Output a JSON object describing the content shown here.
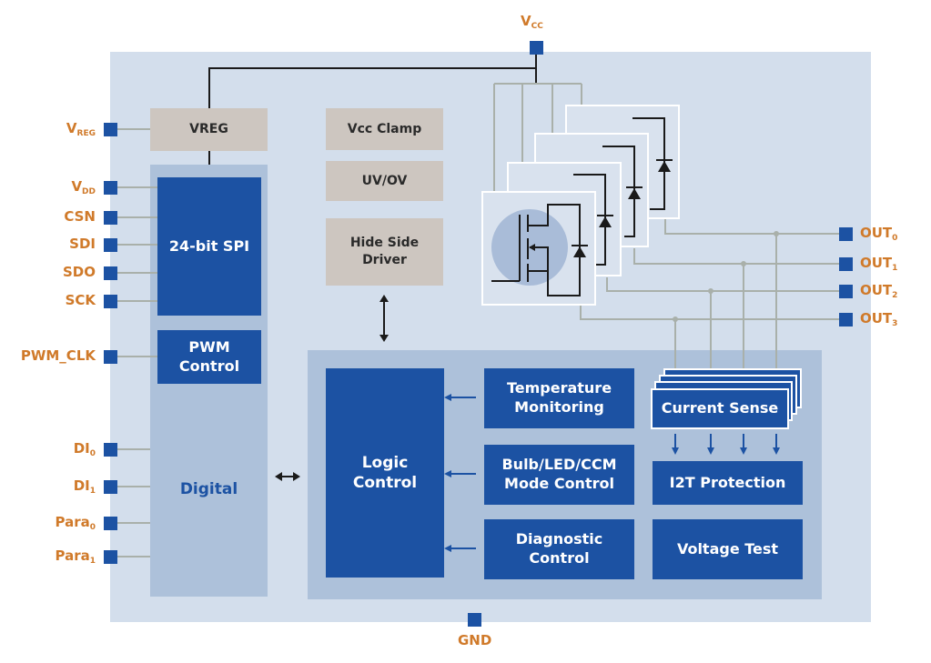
{
  "diagram": {
    "pins": {
      "vcc": {
        "main": "V",
        "sub": "CC"
      },
      "vreg": {
        "main": "V",
        "sub": "REG"
      },
      "vdd": {
        "main": "V",
        "sub": "DD"
      },
      "csn": {
        "main": "CSN",
        "sub": ""
      },
      "sdi": {
        "main": "SDI",
        "sub": ""
      },
      "sdo": {
        "main": "SDO",
        "sub": ""
      },
      "sck": {
        "main": "SCK",
        "sub": ""
      },
      "pwm_clk": {
        "main": "PWM_CLK",
        "sub": ""
      },
      "di0": {
        "main": "DI",
        "sub": "0"
      },
      "di1": {
        "main": "DI",
        "sub": "1"
      },
      "para0": {
        "main": "Para",
        "sub": "0"
      },
      "para1": {
        "main": "Para",
        "sub": "1"
      },
      "out0": {
        "main": "OUT",
        "sub": "0"
      },
      "out1": {
        "main": "OUT",
        "sub": "1"
      },
      "out2": {
        "main": "OUT",
        "sub": "2"
      },
      "out3": {
        "main": "OUT",
        "sub": "3"
      },
      "gnd": {
        "main": "GND",
        "sub": ""
      }
    },
    "blocks": {
      "vreg": "VREG",
      "vcc_clamp": "Vcc Clamp",
      "uv_ov": "UV/OV",
      "high_side_driver_1": "Hide Side",
      "high_side_driver_2": "Driver",
      "spi": "24-bit SPI",
      "pwm_1": "PWM",
      "pwm_2": "Control",
      "digital": "Digital",
      "logic_1": "Logic",
      "logic_2": "Control",
      "temp_1": "Temperature",
      "temp_2": "Monitoring",
      "mode_1": "Bulb/LED/CCM",
      "mode_2": "Mode Control",
      "diag_1": "Diagnostic",
      "diag_2": "Control",
      "current_sense": "Current Sense",
      "i2t": "I2T Protection",
      "voltage_test": "Voltage Test"
    },
    "colors": {
      "pin_blue": "#1c52a3",
      "label_orange": "#d07a2a",
      "chip_bg": "#d3deec",
      "subsystem_bg": "#adc1da",
      "power_block": "#cdc6c0"
    }
  }
}
